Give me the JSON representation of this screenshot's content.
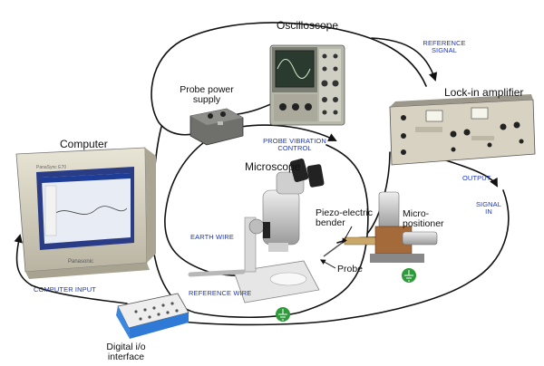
{
  "labels": {
    "oscilloscope": "Oscilloscope",
    "probe_power_supply_line1": "Probe power",
    "probe_power_supply_line2": "supply",
    "lock_in_amplifier": "Lock-in amplifier",
    "computer": "Computer",
    "microscope": "Microscope",
    "piezo_line1": "Piezo-electric",
    "piezo_line2": "bender",
    "micropositioner_line1": "Micro-",
    "micropositioner_line2": "positioner",
    "probe": "Probe",
    "digital_io_line1": "Digital i/o",
    "digital_io_line2": "interface"
  },
  "signals": {
    "reference_signal_line1": "REFERENCE",
    "reference_signal_line2": "SIGNAL",
    "probe_vibration_line1": "PROBE VIBRATION",
    "probe_vibration_line2": "CONTROL",
    "output": "OUTPUT",
    "signal_in_line1": "SIGNAL",
    "signal_in_line2": "IN",
    "earth_wire": "EARTH WIRE",
    "reference_wire": "REFERENCE WIRE",
    "computer_input": "COMPUTER INPUT"
  },
  "device_text": {
    "monitor_brand": "Panasonic",
    "monitor_model": "PanaSync E70"
  },
  "colors": {
    "wire": "#111111",
    "signal_label": "#1a36c8",
    "ground_symbol": "#2e9a3a",
    "rack_panel": "#d8d2c2"
  }
}
